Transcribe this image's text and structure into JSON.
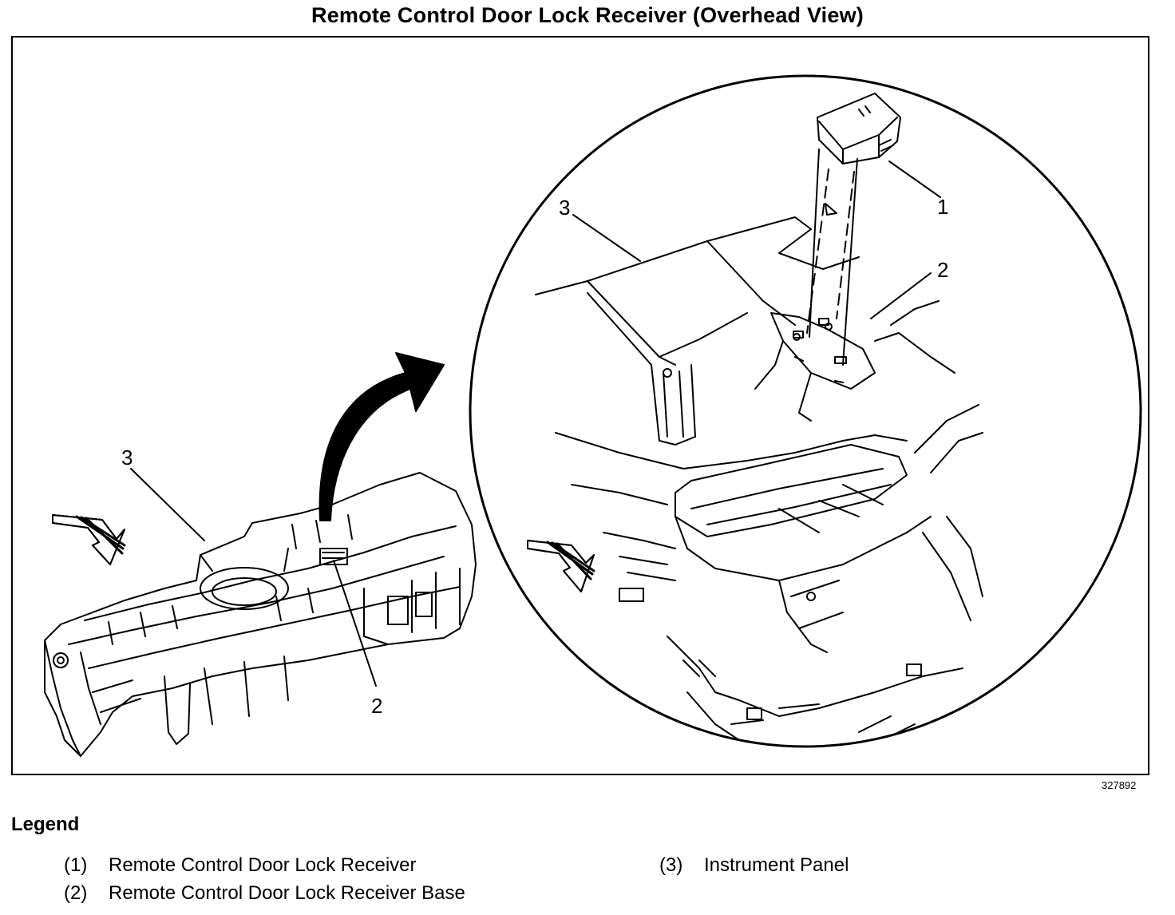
{
  "title": "Remote Control Door Lock Receiver (Overhead View)",
  "figure_number": "327892",
  "callouts": {
    "left_3": "3",
    "left_2": "2",
    "detail_1": "1",
    "detail_2": "2",
    "detail_3": "3"
  },
  "legend": {
    "heading": "Legend",
    "items": [
      {
        "num": "(1)",
        "label": "Remote Control Door Lock Receiver"
      },
      {
        "num": "(2)",
        "label": "Remote Control Door Lock Receiver Base"
      },
      {
        "num": "(3)",
        "label": "Instrument Panel"
      }
    ]
  }
}
